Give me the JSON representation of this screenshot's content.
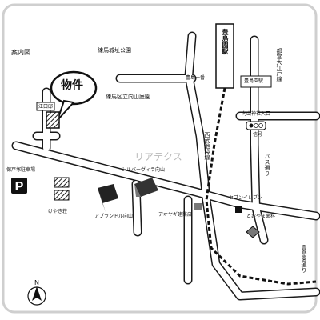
{
  "map": {
    "title": "案内図",
    "property": "物件",
    "watermark": "リアテクス",
    "station": "豊島園駅",
    "station_subway": "豊島園駅",
    "places": {
      "park_castle": "練馬城址公園",
      "park_garden": "練馬区立向山庭園",
      "toshimaen_1": "豊島一番",
      "parking": "保戸塚駐車場",
      "keyaki": "けやき荘",
      "silver_villa": "シルバーヴィラ向山",
      "apple_land": "アプランドル向山",
      "aoyagi": "アオヤギ建築店",
      "seven_eleven": "セブンイレブン",
      "kosaka": "とおやま歯科",
      "shrine": "向山神社入口",
      "signal": "信号",
      "small_entry": "江口邸"
    },
    "lines": {
      "toei": "都営大江戸線",
      "seibu": "西武池袋線",
      "bus": "バス通り",
      "toshimaen_street": "豊島園通り"
    },
    "icons": {
      "parking_icon": "P",
      "north_letter": "N"
    },
    "colors": {
      "road_outline": "#1a1a1a",
      "frame": "#cfcfcf",
      "building_dark": "#222222",
      "watermark": "#b8b8b8",
      "target_red": "#d11515"
    }
  }
}
